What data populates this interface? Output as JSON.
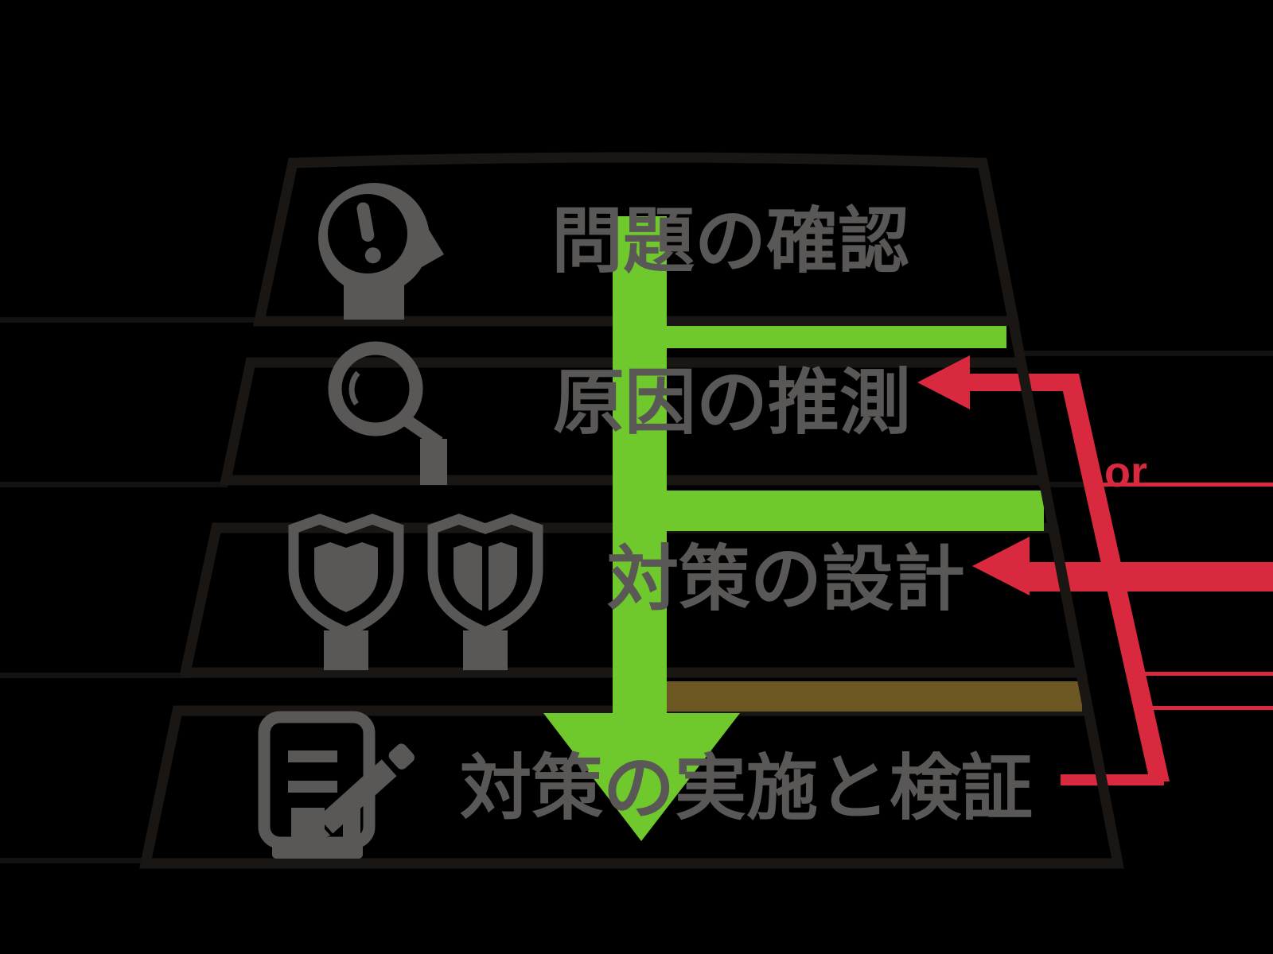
{
  "diagram": {
    "title": "problem-solving funnel process",
    "background_color": "#000000",
    "colors": {
      "outline": "#1a1613",
      "gray": "#5a5757",
      "green": "#70c92c",
      "red": "#d9293f",
      "brown": "#6d5824"
    },
    "steps": [
      {
        "label": "問題の確認",
        "icon": "head-alert-icon"
      },
      {
        "label": "原因の推測",
        "icon": "magnifier-icon"
      },
      {
        "label": "対策の設計",
        "icon": "shield-pair-icon"
      },
      {
        "label": "対策の実施と検証",
        "icon": "notepad-pencil-icon"
      }
    ],
    "flow": {
      "down_arrow": "green-down-arrow",
      "or_label": "or",
      "feedback_targets": [
        "原因の推測",
        "対策の設計"
      ]
    }
  }
}
